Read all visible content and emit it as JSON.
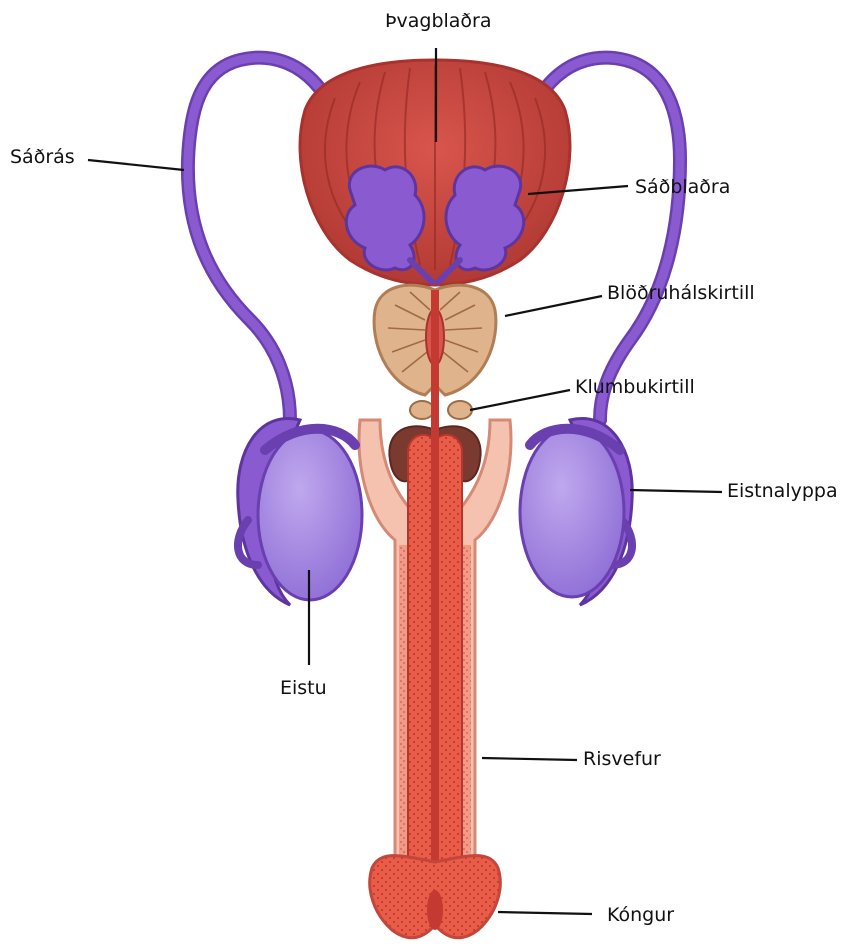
{
  "labels": {
    "bladder": "Þvagblaðra",
    "vas_deferens": "Sáðrás",
    "seminal_vesicle": "Sáðblaðra",
    "prostate": "Blöðruhálskirtill",
    "bulbourethral": "Klumbukirtill",
    "epididymis": "Eistnalyppa",
    "testis": "Eistu",
    "erectile_tissue": "Risvefur",
    "glans": "Kóngur"
  },
  "colors": {
    "bladder": "#c8463f",
    "bladder_dark": "#a8322e",
    "purple": "#8a5bd0",
    "purple_dark": "#6a3fb0",
    "testis_light": "#a888e0",
    "prostate": "#dfb48c",
    "erectile_outer": "#f5c2b0",
    "erectile_inner": "#e8624f",
    "urethra": "#c43a33",
    "label_line": "#111111"
  }
}
